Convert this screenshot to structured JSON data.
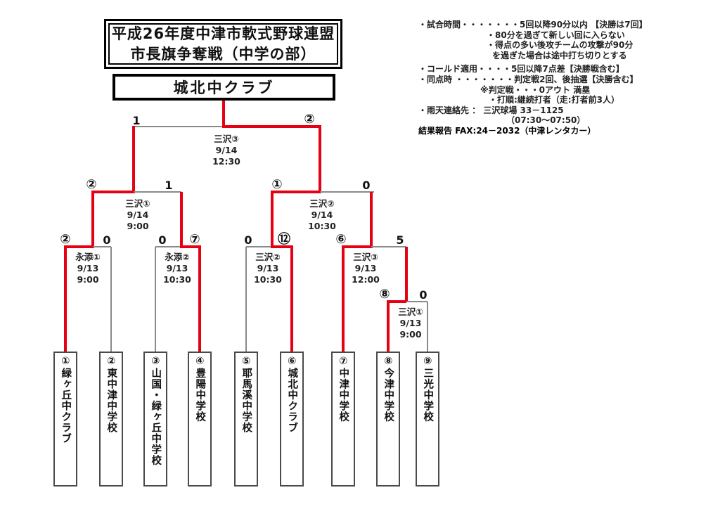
{
  "title": {
    "line1": "平成26年度中津市軟式野球連盟",
    "line2": "市長旗争奪戦（中学の部）"
  },
  "champion": "城北中クラブ",
  "teams": [
    "①緑ヶ丘中クラブ",
    "②東中津中学校",
    "③山国・緑ヶ丘中学校",
    "④豊陽中学校",
    "⑤耶馬溪中学校",
    "⑥城北中クラブ",
    "⑦中津中学校",
    "⑧今津中学校",
    "⑨三光中学校"
  ],
  "matches": {
    "final": {
      "venue": "三沢③",
      "date": "9/14",
      "time": "12:30",
      "left_score": "1",
      "right_score": "②"
    },
    "sf1": {
      "venue": "三沢①",
      "date": "9/14",
      "time": "9:00",
      "left_score": "②",
      "right_score": "1"
    },
    "sf2": {
      "venue": "三沢②",
      "date": "9/14",
      "time": "10:30",
      "left_score": "①",
      "right_score": "0"
    },
    "qf1": {
      "venue": "永添①",
      "date": "9/13",
      "time": "9:00",
      "left_score": "②",
      "right_score": "0"
    },
    "qf2": {
      "venue": "永添②",
      "date": "9/13",
      "time": "10:30",
      "left_score": "0",
      "right_score": "⑦"
    },
    "qf3": {
      "venue": "三沢②",
      "date": "9/13",
      "time": "10:30",
      "left_score": "0",
      "right_score": "⑫"
    },
    "qf4": {
      "venue": "三沢③",
      "date": "9/13",
      "time": "12:00",
      "left_score": "⑥",
      "right_score": "5"
    },
    "playin": {
      "venue": "三沢①",
      "date": "9/13",
      "time": "9:00",
      "left_score": "⑧",
      "right_score": "0"
    }
  },
  "rules": {
    "lines": [
      "・試合時間・・・・・・・5回以降90分以内 【決勝は7回】",
      "・80分を過ぎて新しい回に入らない",
      "・得点の多い後攻チームの攻撃が90分",
      "を過ぎた場合は途中打ち切りとする",
      "・コールド適用・・・・5回以降7点差【決勝戦含む】",
      "・同点時 ・・・・・・・判定戦2回、後抽選【決勝含む】",
      "※判定戦・・・0アウト 満塁",
      "・打順:継続打者（走:打者前3人）",
      "・雨天連絡先 ： 三沢球場 33－1125",
      "（07:30～07:50）",
      "結果報告 FAX:24－2032（中津レンタカー）"
    ]
  },
  "colors": {
    "winner_path": "#e60012",
    "bracket_line": "#8a8a8a",
    "border": "#000000"
  }
}
